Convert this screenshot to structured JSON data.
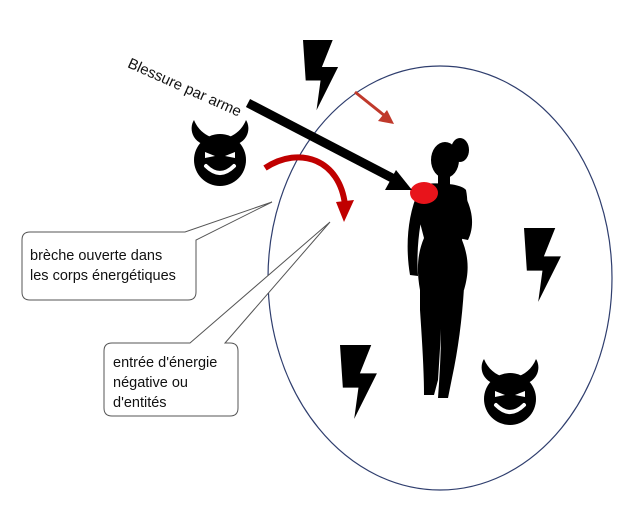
{
  "arrow_label": "Blessure par arme",
  "callouts": {
    "breach": {
      "line1": "brèche ouverte dans",
      "line2": "les corps énergétiques"
    },
    "entry": {
      "line1": "entrée d'énergie",
      "line2": "négative ou",
      "line3": "d'entités"
    }
  },
  "icons": [
    "lightning-icon",
    "devil-face-icon",
    "woman-silhouette-icon",
    "wound-mark-icon"
  ],
  "colors": {
    "silhouette": "#000000",
    "wound": "#e8141b",
    "curved_arrow": "#c00000",
    "small_arrow": "#c0392b",
    "aura_outline": "#2f3e6e",
    "callout_border": "#555555"
  }
}
